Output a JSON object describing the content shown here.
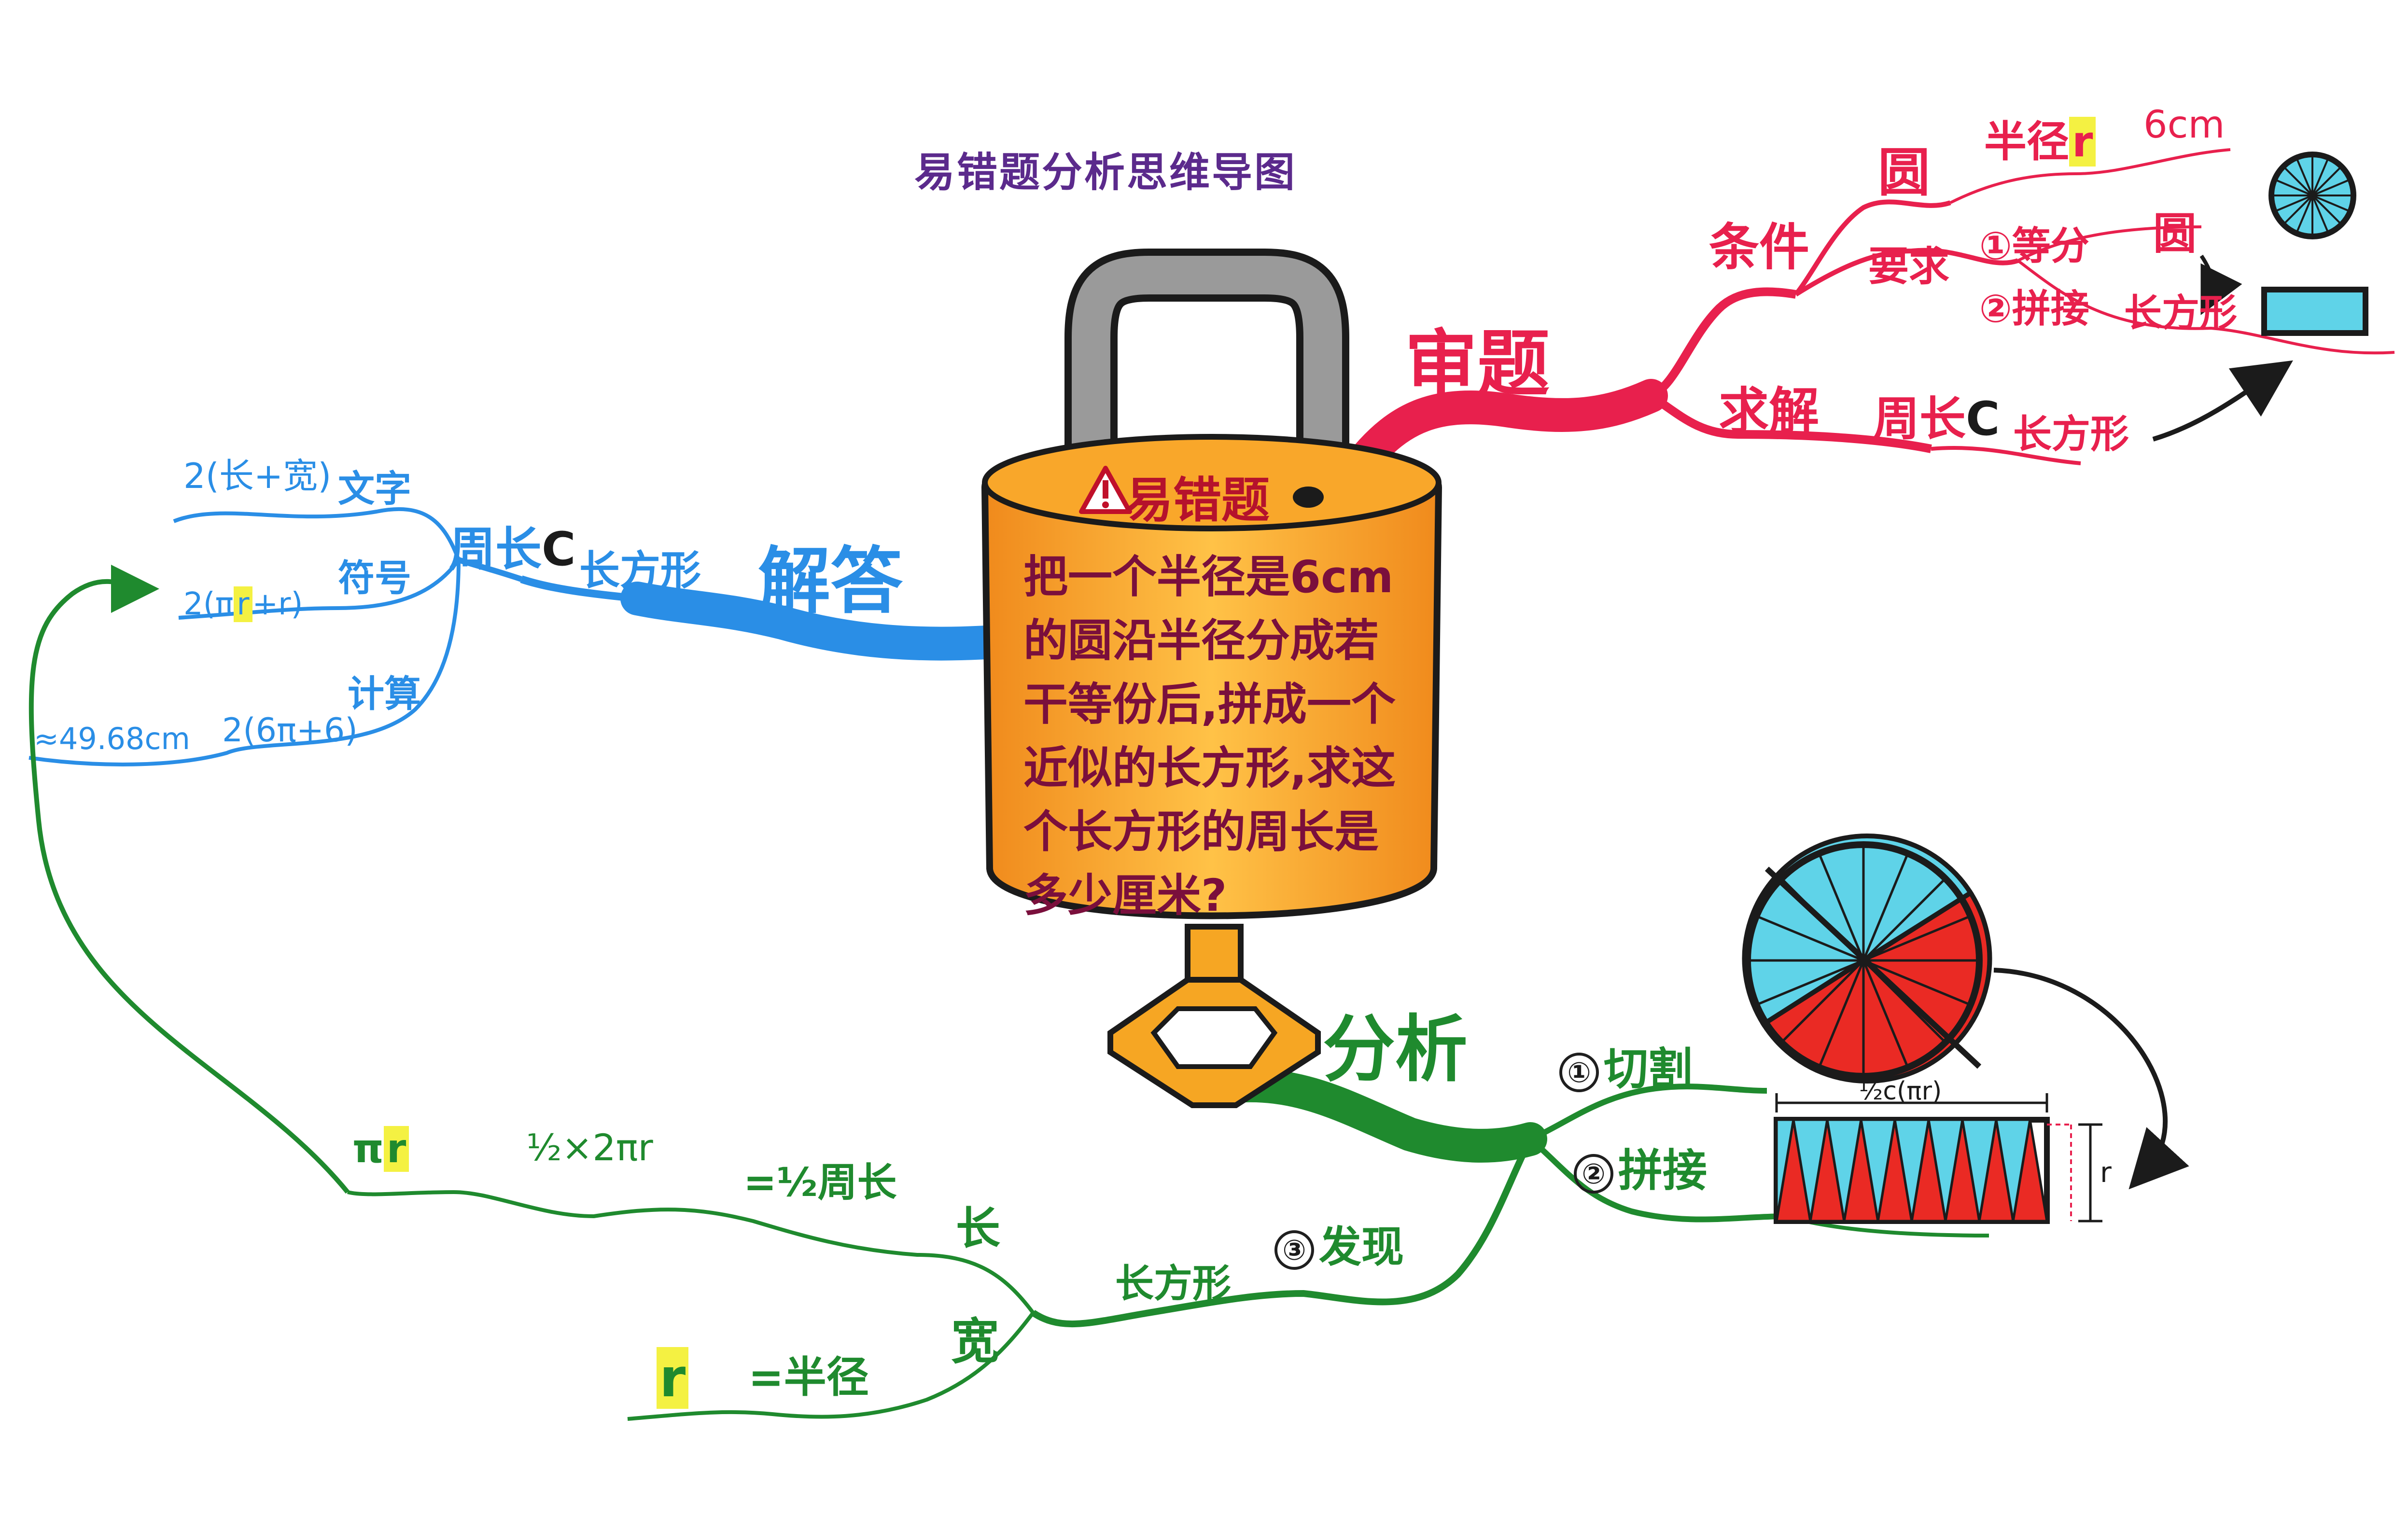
{
  "title": "易错题分析思维导图",
  "lock": {
    "warning_label": "易错题",
    "question": "把一个半径是6cm的圆沿半径分成若干等份后,拼成一个近似的长方形,求这个长方形的周长是多少厘米?"
  },
  "branches": {
    "review": {
      "label": "审题",
      "condition": "条件",
      "circle": "圆",
      "radius": "半径",
      "radius_symbol": "r",
      "radius_value": "6cm",
      "requirement": "要求",
      "req1_num": "①",
      "req1": "等分",
      "req1_obj": "圆",
      "req2_num": "②",
      "req2": "拼接",
      "req2_obj": "长方形",
      "solve": "求解",
      "perimeter": "周长",
      "perimeter_symbol": "C",
      "solve_obj": "长方形"
    },
    "answer": {
      "label": "解答",
      "rect": "长方形",
      "perimeter": "周长",
      "perimeter_symbol": "C",
      "words_formula": "2(长+宽)",
      "words_tag": "文字",
      "symbol_formula_pre": "2(π",
      "symbol_formula_r": "r",
      "symbol_formula_post": "+r)",
      "symbol_tag": "符号",
      "calc_result": "≈49.68cm",
      "calc_formula": "2(6π+6)",
      "calc_tag": "计算"
    },
    "analysis": {
      "label": "分析",
      "step1_num": "①",
      "step1": "切割",
      "step2_num": "②",
      "step2": "拼接",
      "step3_num": "③",
      "step3": "发现",
      "rect": "长方形",
      "length": "长",
      "half_perimeter": "=½周长",
      "half_formula": "½×2πr",
      "pi_r_pre": "π",
      "pi_r_r": "r",
      "width": "宽",
      "eq_radius": "=半径",
      "width_symbol": "r",
      "dim_top": "½c(πr)",
      "dim_side": "r"
    }
  },
  "colors": {
    "review": "#e8204d",
    "answer": "#2a8ee6",
    "analysis": "#1f8a2e",
    "lock_body": "#f6a623",
    "lock_shackle": "#8a8a8a",
    "title": "#5b2a8c",
    "highlight": "#f4f142"
  },
  "icons": [
    "warning-icon",
    "circle-sectors-icon",
    "rectangle-icon",
    "arrow-icon"
  ]
}
